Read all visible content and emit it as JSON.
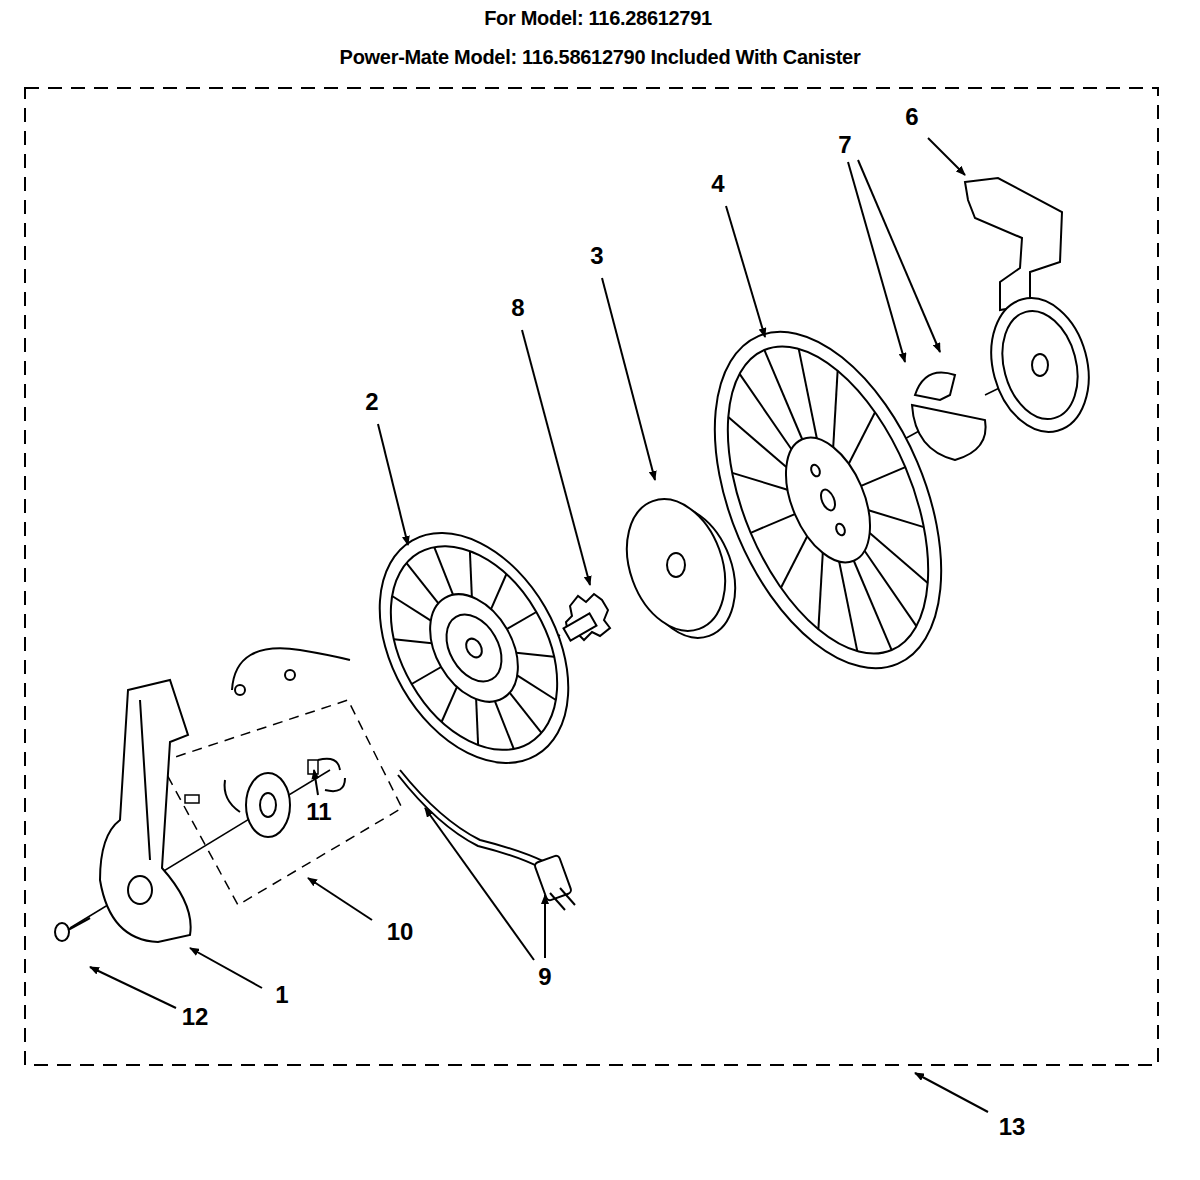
{
  "diagram": {
    "title": "For Model: 116.28612791",
    "labels": [
      "Power-Mate Model: 116.58612790 Included With Canister",
      "6",
      "7",
      "4",
      "3",
      "8",
      "2",
      "11",
      "10",
      "9",
      "12",
      "1",
      "13"
    ]
  }
}
